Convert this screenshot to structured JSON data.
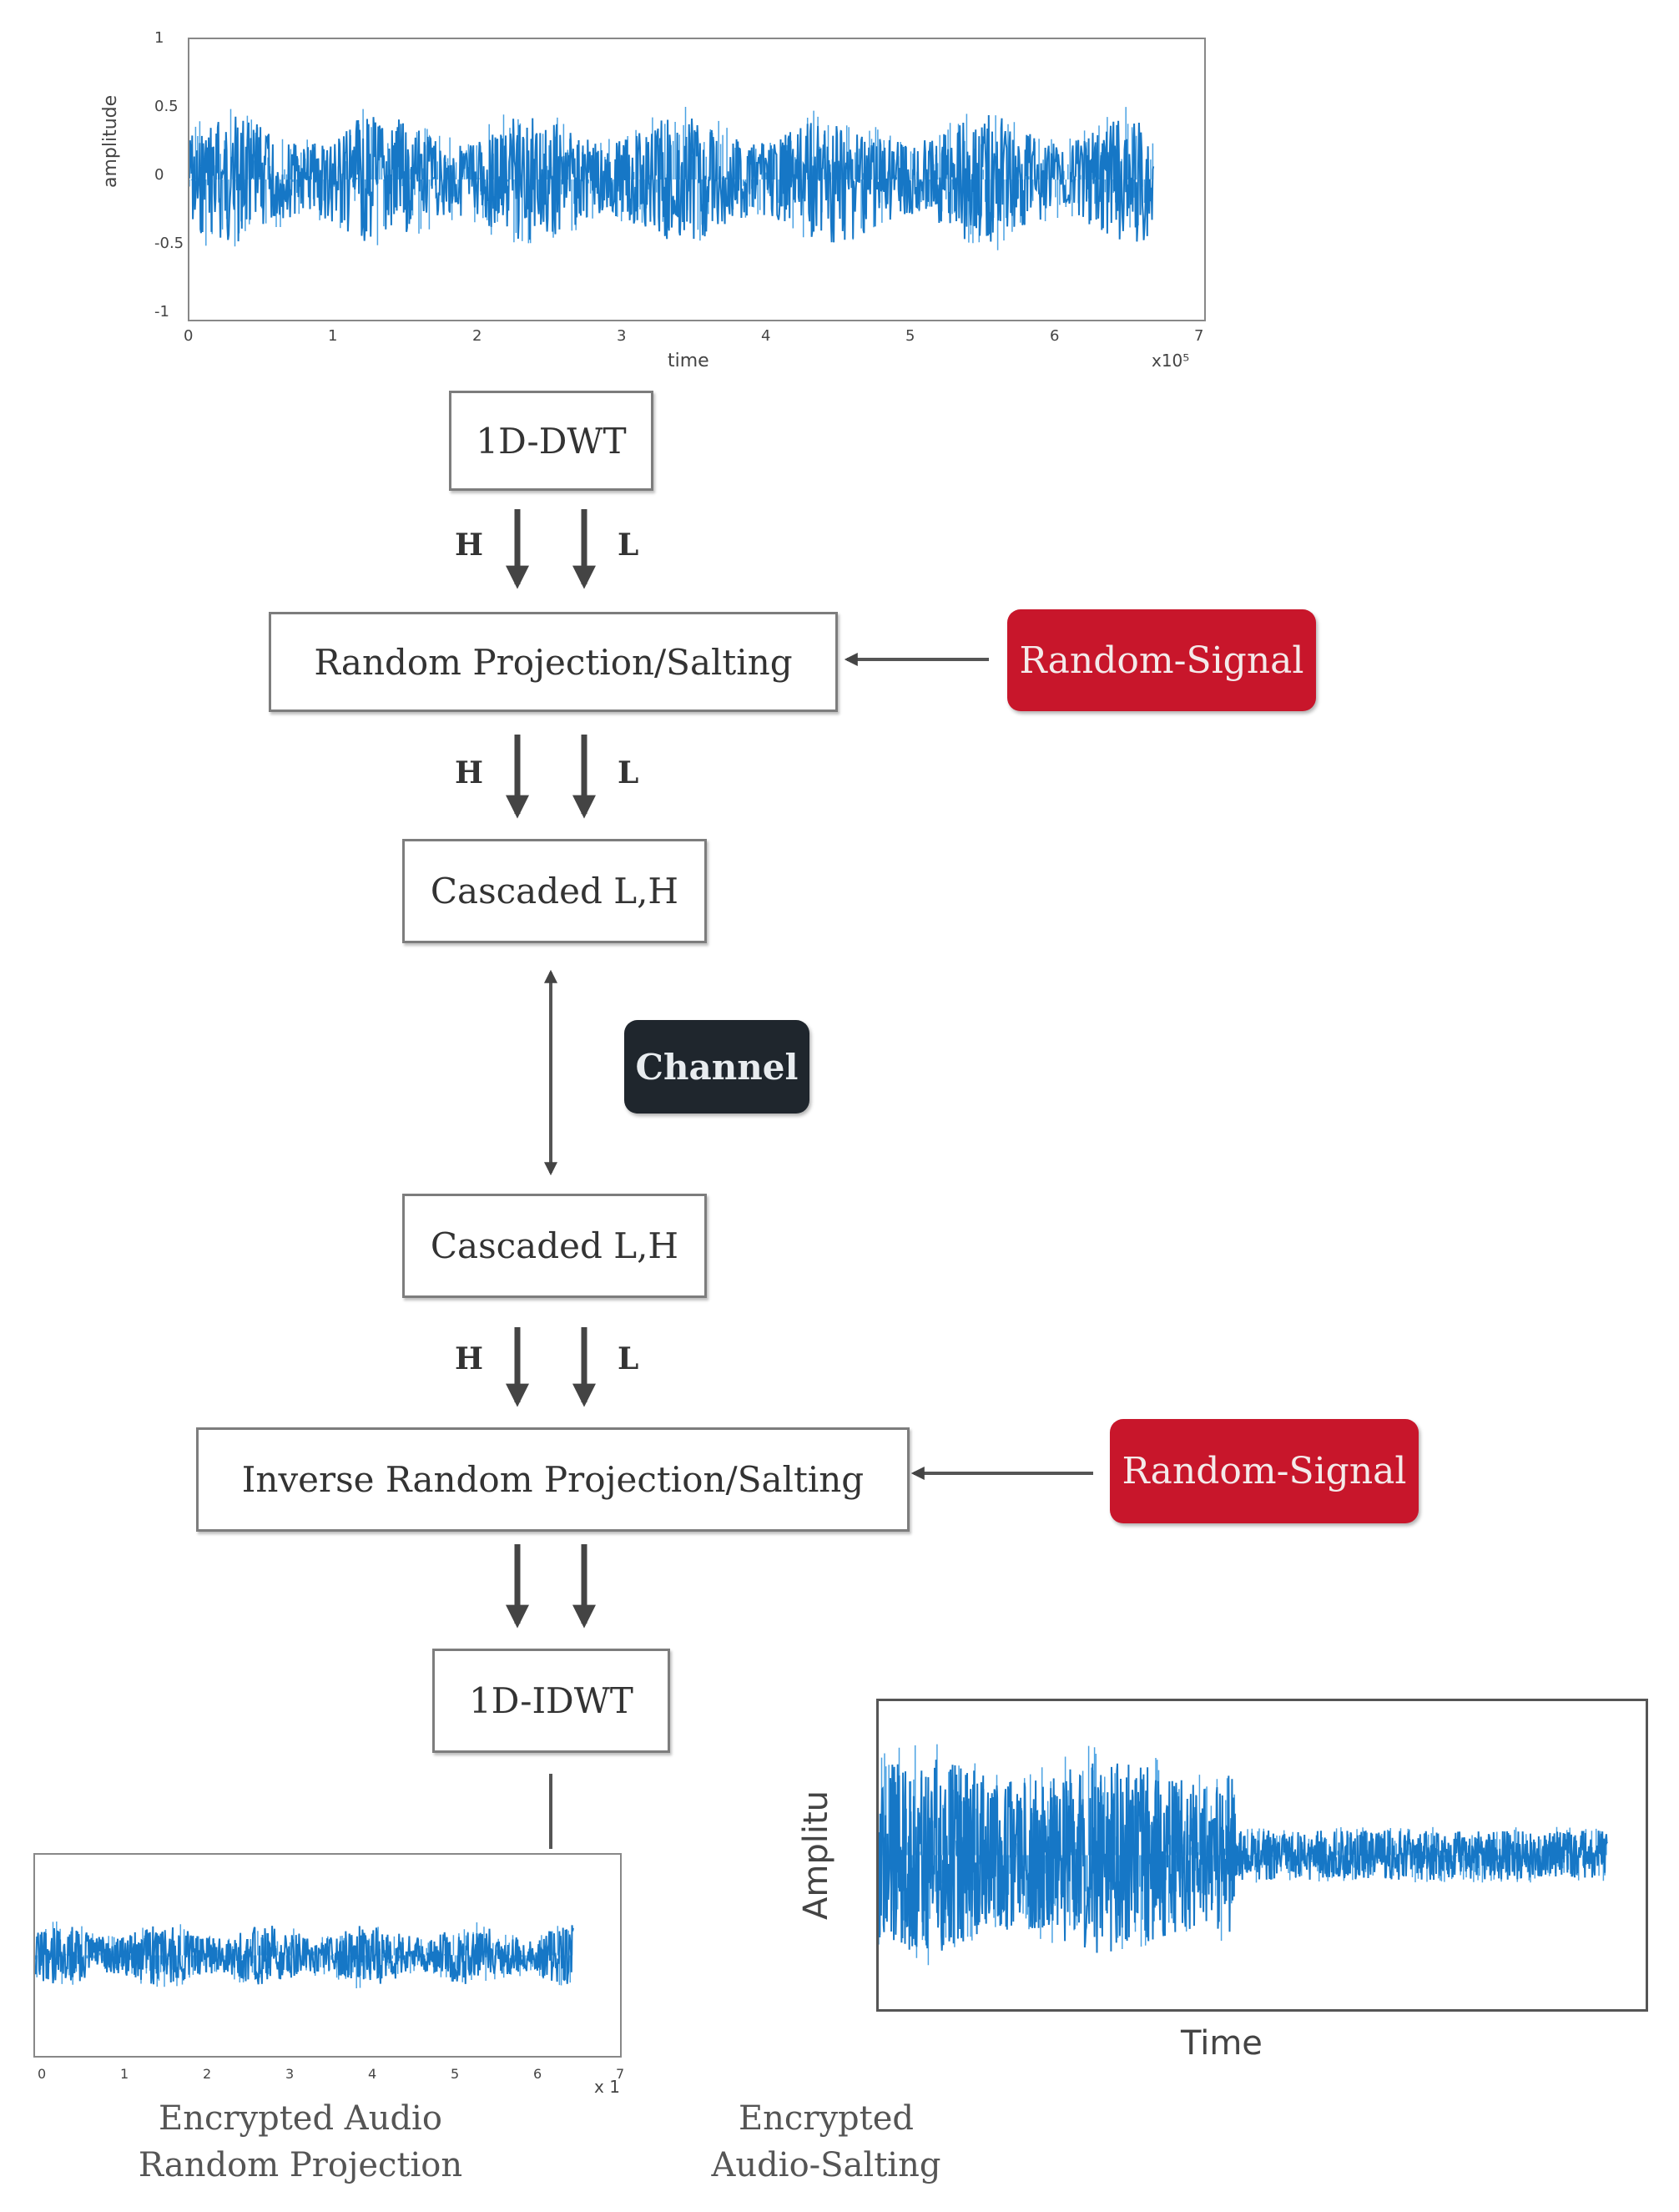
{
  "colors": {
    "waveform": "#1677c6",
    "waveform_light": "#4aa2e3",
    "accent_red": "#c8162b",
    "channel_dark": "#1f262d",
    "box_border": "#7d7d7d",
    "arrow": "#444444"
  },
  "top_plot": {
    "ylabel": "amplitude",
    "xlabel": "time",
    "x_exponent": "x10⁵",
    "y_ticks": [
      "1",
      "0.5",
      "0",
      "-0.5",
      "-1"
    ],
    "x_ticks": [
      "0",
      "1",
      "2",
      "3",
      "4",
      "5",
      "6",
      "7"
    ]
  },
  "boxes": {
    "dwt": "1D-DWT",
    "random_projection": "Random Projection/Salting",
    "cascaded_top": "Cascaded L,H",
    "cascaded_bottom": "Cascaded L,H",
    "inverse_projection": "Inverse Random Projection/Salting",
    "idwt": "1D-IDWT"
  },
  "signals": {
    "random_signal_1": "Random-Signal",
    "random_signal_2": "Random-Signal",
    "channel": "Channel"
  },
  "branch_labels": {
    "h1": "H",
    "l1": "L",
    "h2": "H",
    "l2": "L",
    "h3": "H",
    "l3": "L"
  },
  "bottom_left_plot": {
    "x_ticks": [
      "0",
      "1",
      "2",
      "3",
      "4",
      "5",
      "6",
      "7"
    ],
    "x_exponent": "x 1"
  },
  "bottom_right_plot": {
    "ylabel": "Amplitu",
    "xlabel": "Time"
  },
  "captions": {
    "random_projection": "Encrypted Audio\nRandom Projection",
    "salting": "Encrypted\nAudio-Salting"
  }
}
